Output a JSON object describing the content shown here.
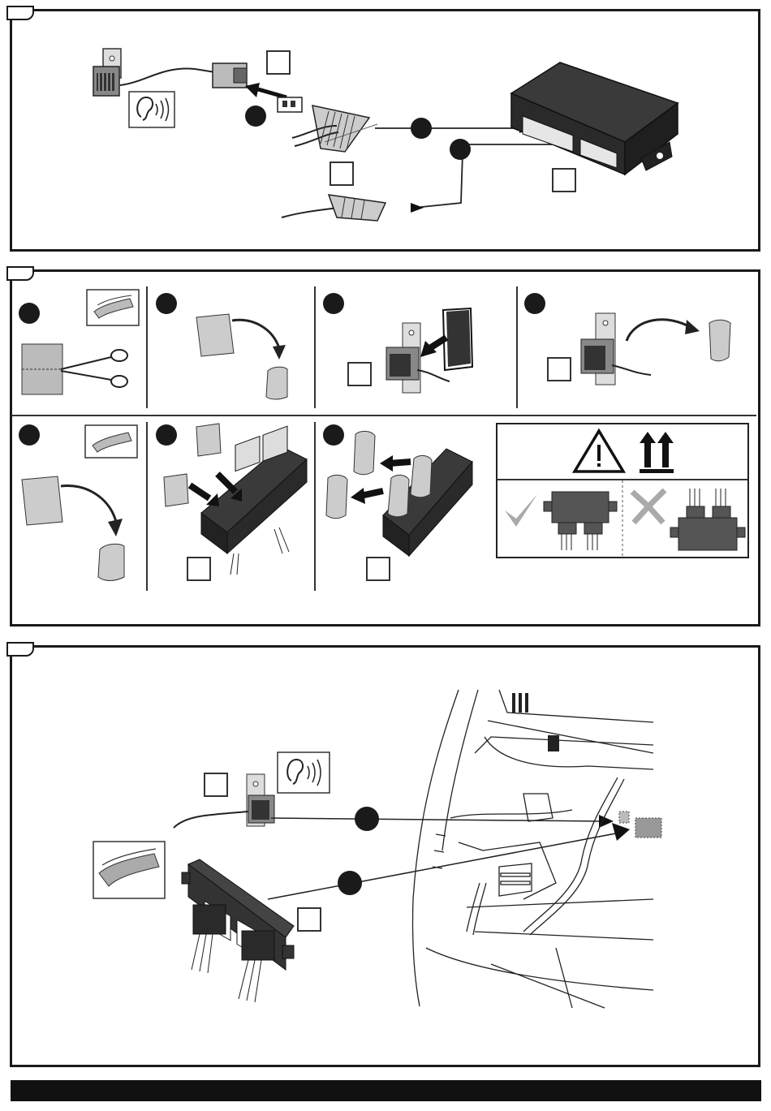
{
  "document": {
    "sections": [
      {
        "id": "step-1",
        "tab_label": ""
      },
      {
        "id": "step-2",
        "tab_label": ""
      },
      {
        "id": "step-3",
        "tab_label": ""
      }
    ],
    "icons": [
      "ear-sound-icon",
      "adhesive-pad-icon",
      "scissors-icon",
      "warning-triangle-icon",
      "this-way-up-icon",
      "check-icon",
      "cross-icon"
    ]
  }
}
